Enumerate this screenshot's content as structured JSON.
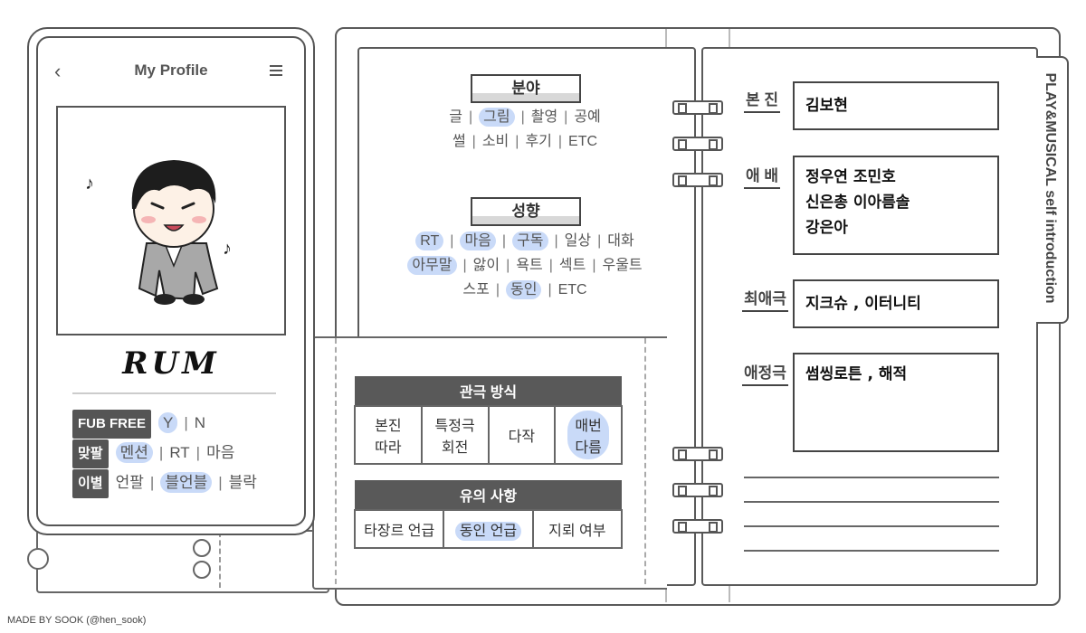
{
  "phone": {
    "title": "My Profile",
    "name": "RUM",
    "rows": [
      {
        "tag": "FUB FREE",
        "options": [
          {
            "text": "Y",
            "hl": true
          },
          {
            "text": "N",
            "hl": false
          }
        ]
      },
      {
        "tag": "맞팔",
        "options": [
          {
            "text": "멘션",
            "hl": true
          },
          {
            "text": "RT",
            "hl": false
          },
          {
            "text": "마음",
            "hl": false
          }
        ]
      },
      {
        "tag": "이별",
        "options": [
          {
            "text": "언팔",
            "hl": false
          },
          {
            "text": "블언블",
            "hl": true
          },
          {
            "text": "블락",
            "hl": false
          }
        ]
      }
    ]
  },
  "field": {
    "title": "분야",
    "lines": [
      [
        {
          "text": "글",
          "hl": false
        },
        {
          "text": "그림",
          "hl": true
        },
        {
          "text": "촬영",
          "hl": false
        },
        {
          "text": "공예",
          "hl": false
        }
      ],
      [
        {
          "text": "썰",
          "hl": false
        },
        {
          "text": "소비",
          "hl": false
        },
        {
          "text": "후기",
          "hl": false
        },
        {
          "text": "ETC",
          "hl": false
        }
      ]
    ]
  },
  "tendency": {
    "title": "성향",
    "lines": [
      [
        {
          "text": "RT",
          "hl": true
        },
        {
          "text": "마음",
          "hl": true
        },
        {
          "text": "구독",
          "hl": true
        },
        {
          "text": "일상",
          "hl": false
        },
        {
          "text": "대화",
          "hl": false
        }
      ],
      [
        {
          "text": "아무말",
          "hl": true
        },
        {
          "text": "앓이",
          "hl": false
        },
        {
          "text": "욕트",
          "hl": false
        },
        {
          "text": "섹트",
          "hl": false
        },
        {
          "text": "우울트",
          "hl": false
        }
      ],
      [
        {
          "text": "스포",
          "hl": false
        },
        {
          "text": "동인",
          "hl": true
        },
        {
          "text": "ETC",
          "hl": false
        }
      ]
    ]
  },
  "viewing": {
    "title": "관극 방식",
    "cells": [
      {
        "l1": "본진",
        "l2": "따라",
        "hl": false
      },
      {
        "l1": "특정극",
        "l2": "회전",
        "hl": false
      },
      {
        "l1": "다작",
        "l2": "",
        "hl": false
      },
      {
        "l1": "매번",
        "l2": "다름",
        "hl": true
      }
    ]
  },
  "notes": {
    "title": "유의 사항",
    "cells": [
      {
        "text": "타장르 언급",
        "hl": false
      },
      {
        "text": "동인 언급",
        "hl": true
      },
      {
        "text": "지뢰 여부",
        "hl": false
      }
    ]
  },
  "right": {
    "side_tab": "PLAY&MUSICAL self introduction",
    "fields": [
      {
        "label": "본 진",
        "lines": [
          "김보현"
        ]
      },
      {
        "label": "애 배",
        "lines": [
          "정우연   조민호",
          "신은총   이아름솔",
          "강은아"
        ]
      },
      {
        "label": "최애극",
        "lines": [
          "지크슈 , 이터니티"
        ]
      },
      {
        "label": "애정극",
        "lines": [
          "썸씽로튼 , 해적"
        ]
      }
    ]
  },
  "credit": "MADE BY SOOK (@hen_sook)"
}
